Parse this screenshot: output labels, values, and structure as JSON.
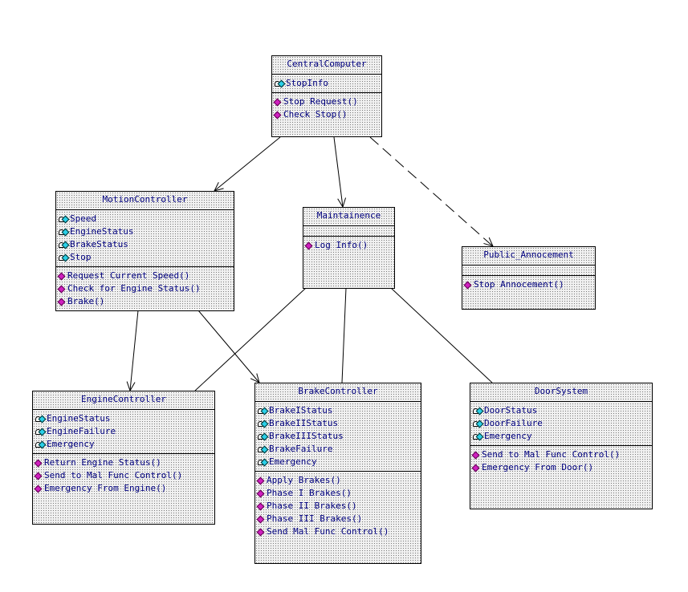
{
  "classes": {
    "central": {
      "name": "CentralComputer",
      "attributes": [
        "StopInfo"
      ],
      "operations": [
        "Stop Request()",
        "Check Stop()"
      ]
    },
    "motion": {
      "name": "MotionController",
      "attributes": [
        "Speed",
        "EngineStatus",
        "BrakeStatus",
        "Stop"
      ],
      "operations": [
        "Request Current Speed()",
        "Check for Engine Status()",
        "Brake()"
      ]
    },
    "maint": {
      "name": "Maintainence",
      "attributes": [],
      "operations": [
        "Log Info()"
      ]
    },
    "public": {
      "name": "Public_Annocement",
      "attributes": [],
      "operations": [
        "Stop Annocement()"
      ]
    },
    "engine": {
      "name": "EngineController",
      "attributes": [
        "EngineStatus",
        "EngineFailure",
        "Emergency"
      ],
      "operations": [
        "Return Engine Status()",
        "Send to Mal Func Control()",
        "Emergency From Engine()"
      ]
    },
    "brake": {
      "name": "BrakeController",
      "attributes": [
        "BrakeIStatus",
        "BrakeIIStatus",
        "BrakeIIIStatus",
        "BrakeFailure",
        "Emergency"
      ],
      "operations": [
        "Apply Brakes()",
        "Phase I Brakes()",
        "Phase II Brakes()",
        "Phase III Brakes()",
        "Send Mal Func Control()"
      ]
    },
    "door": {
      "name": "DoorSystem",
      "attributes": [
        "DoorStatus",
        "DoorFailure",
        "Emergency"
      ],
      "operations": [
        "Send to Mal Func Control()",
        "Emergency From Door()"
      ]
    }
  },
  "icons": {
    "attribute": "lock-diamond-icon",
    "operation": "magenta-diamond-icon"
  },
  "colors": {
    "text": "#000080",
    "attribute_icon": "#2ad0e8",
    "operation_icon": "#d020c0"
  }
}
